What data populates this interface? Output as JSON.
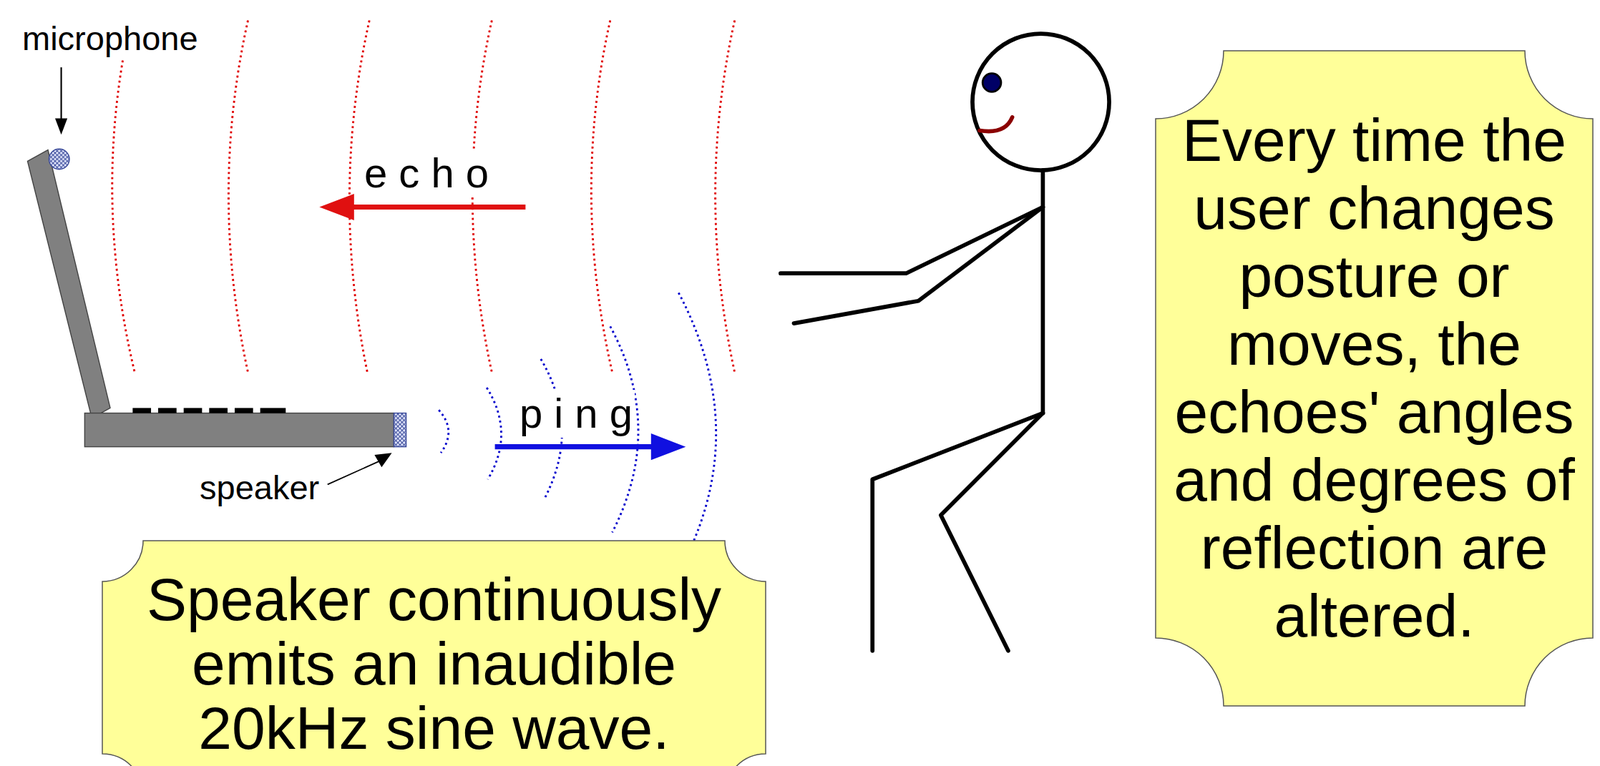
{
  "diagram": {
    "nodes": [
      {
        "text": [
          "Speaker continuously emits an inaudible 20kHz sine wave."
        ]
      },
      {
        "text": [
          "Every time the user changes posture or moves, the echoes' angles and degrees of reflection are altered."
        ]
      }
    ],
    "labels": [
      "microphone",
      "e c h o",
      "p i n g",
      "speaker"
    ]
  }
}
